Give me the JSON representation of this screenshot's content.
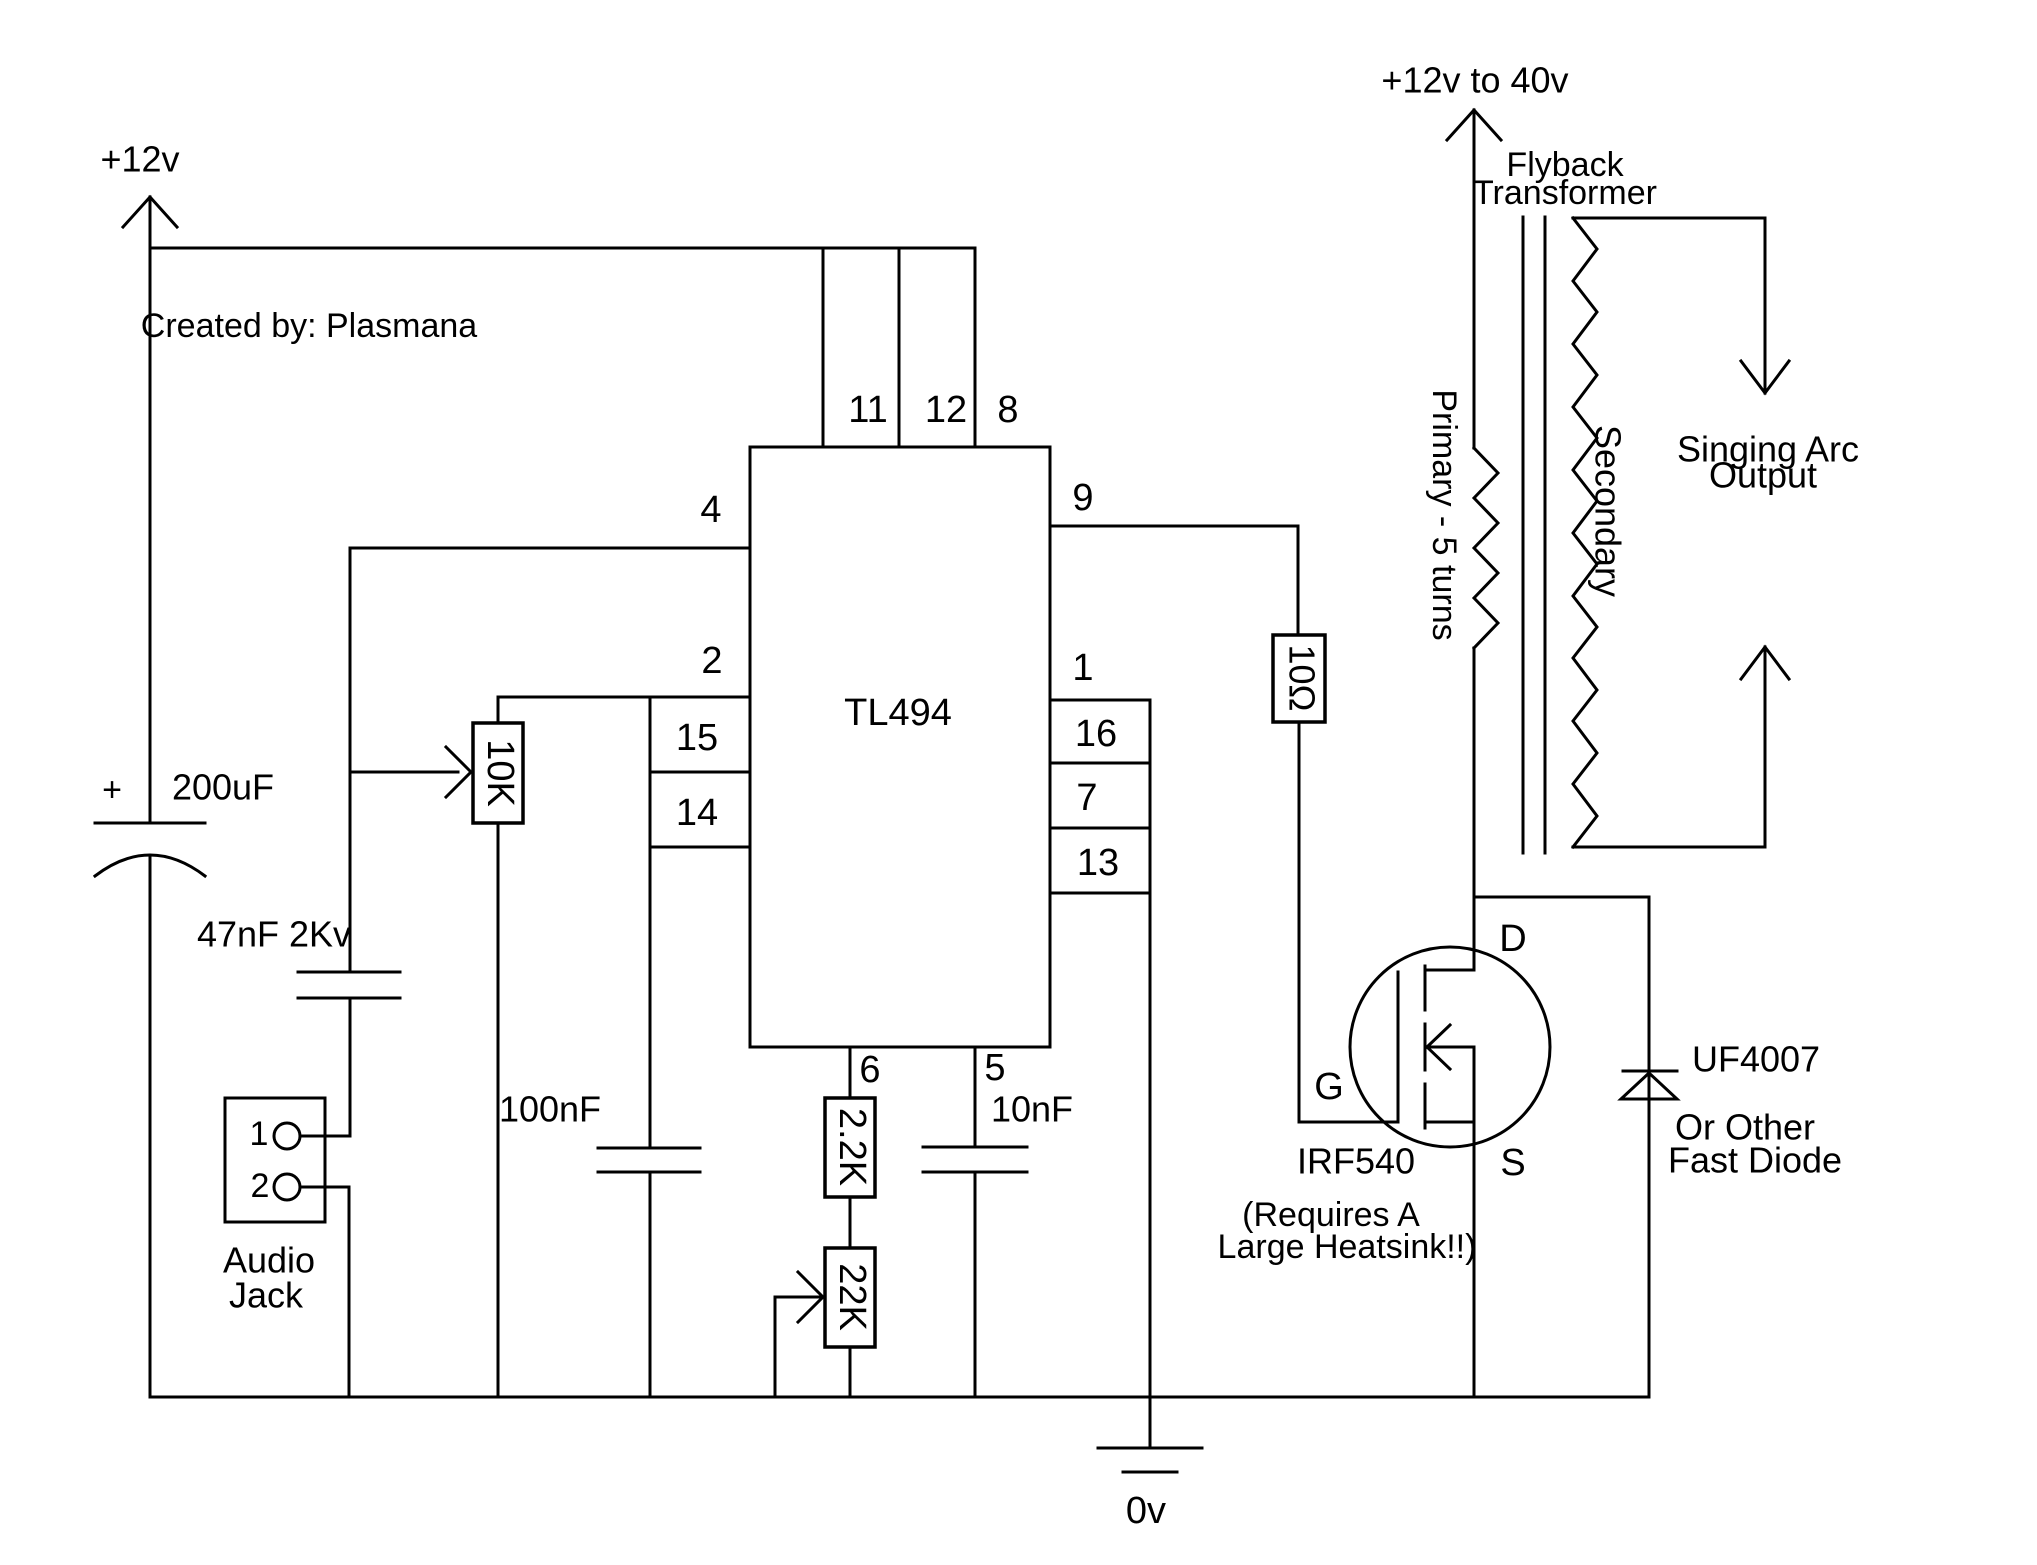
{
  "colors": {
    "ink": "#000000",
    "background": "#ffffff"
  },
  "annotation": {
    "created_by": "Created by: Plasmana"
  },
  "power": {
    "rail_label": "+12v",
    "hv_rail_label": "+12v to 40v",
    "ground_label": "0v"
  },
  "ic": {
    "name": "TL494",
    "pins": {
      "p11": "11",
      "p12": "12",
      "p8": "8",
      "p4": "4",
      "p2": "2",
      "p15": "15",
      "p14": "14",
      "p9": "9",
      "p1": "1",
      "p16": "16",
      "p7": "7",
      "p13": "13",
      "p6": "6",
      "p5": "5"
    }
  },
  "components": {
    "cap_200uf": {
      "value": "200uF",
      "polarity": "+"
    },
    "cap_47nf": {
      "value": "47nF 2Kv"
    },
    "cap_100nf": {
      "value": "100nF"
    },
    "cap_10nf": {
      "value": "10nF"
    },
    "pot_10k": {
      "value": "10K"
    },
    "res_2_2k": {
      "value": "2.2K"
    },
    "pot_22k": {
      "value": "22K"
    },
    "res_10ohm": {
      "value": "10Ω"
    },
    "audio_jack": {
      "pin1": "1",
      "pin2": "2",
      "label_line1": "Audio",
      "label_line2": "Jack"
    },
    "mosfet": {
      "name": "IRF540",
      "gate": "G",
      "drain": "D",
      "source": "S",
      "note_line1": "(Requires A",
      "note_line2": "Large Heatsink!!)"
    },
    "diode": {
      "name": "UF4007",
      "note_line1": "Or Other",
      "note_line2": "Fast Diode"
    },
    "transformer": {
      "label_line1": "Flyback",
      "label_line2": "Transformer",
      "primary": "Primary - 5 turns",
      "secondary": "Secondary"
    },
    "output": {
      "label_line1": "Singing Arc",
      "label_line2": "Output"
    }
  }
}
